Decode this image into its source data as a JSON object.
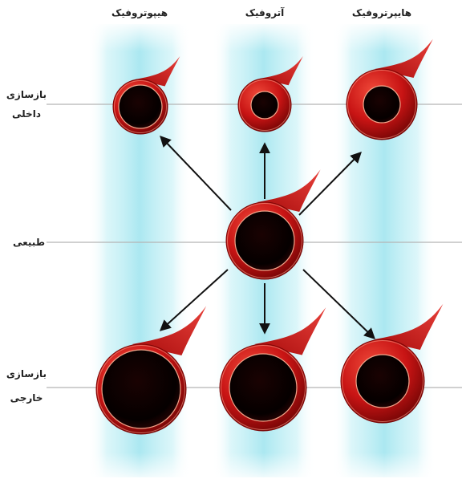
{
  "columns": {
    "hypotrophic": "هیپوتروفیک",
    "atrophic": "آتروفیک",
    "hypertrophic": "هایپرتروفیک"
  },
  "rows": {
    "inward_line1": "بازسازی",
    "inward_line2": "داخلی",
    "normal": "طبیعی",
    "outward_line1": "بازسازی",
    "outward_line2": "خارجی"
  },
  "colors": {
    "column_band": "#8fe0ec",
    "vessel_wall": "#c81414",
    "vessel_wall_dark": "#7a0505",
    "lumen": "#050000",
    "guide_line": "#b5b5b5",
    "arrow": "#111111"
  }
}
